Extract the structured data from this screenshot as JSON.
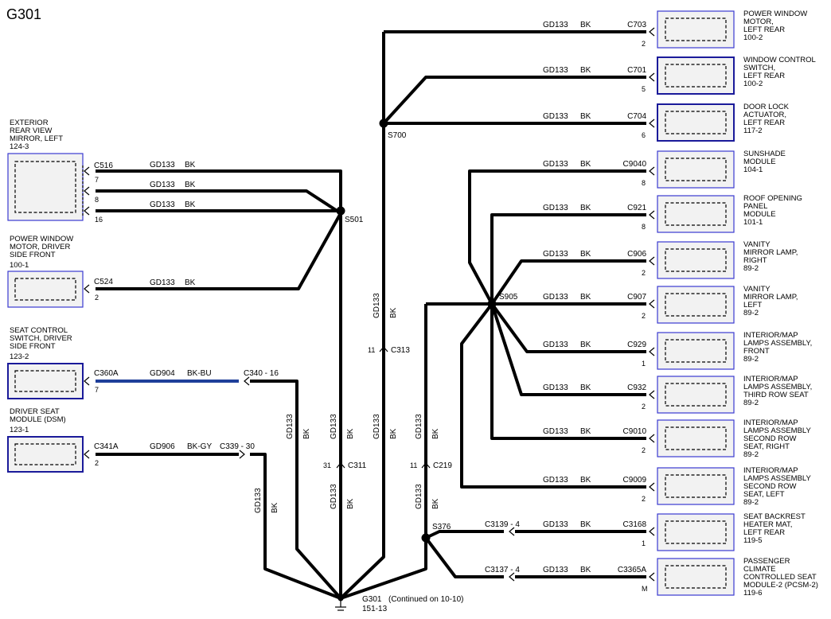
{
  "title": "G301",
  "wire": {
    "circuit": "GD133",
    "color": "BK"
  },
  "left_components": [
    {
      "id": "mirror",
      "lines": [
        "EXTERIOR",
        "REAR VIEW",
        "MIRROR, LEFT",
        "124-3"
      ],
      "connector": "C516",
      "pins": [
        "7",
        "8",
        "16"
      ]
    },
    {
      "id": "pwm-driver",
      "lines": [
        "POWER WINDOW",
        "MOTOR, DRIVER",
        "SIDE FRONT",
        "100-1"
      ],
      "connector": "C524",
      "pins": [
        "2"
      ]
    },
    {
      "id": "seat-switch",
      "lines": [
        "SEAT CONTROL",
        "SWITCH, DRIVER",
        "SIDE FRONT",
        "123-2"
      ],
      "connector": "C360A",
      "pins": [
        "7"
      ],
      "circuit": "GD904",
      "color": "BK-BU",
      "inline": "C340 - 16"
    },
    {
      "id": "dsm",
      "lines": [
        "DRIVER SEAT",
        "MODULE (DSM)",
        "123-1"
      ],
      "connector": "C341A",
      "pins": [
        "2"
      ],
      "circuit": "GD906",
      "color": "BK-GY",
      "inline": "C339 - 30"
    }
  ],
  "right_components": [
    {
      "id": "pwm-lr",
      "lines": [
        "POWER WINDOW",
        "MOTOR,",
        "LEFT REAR",
        "100-2"
      ],
      "connector": "C703",
      "pin": "2"
    },
    {
      "id": "wcs-lr",
      "lines": [
        "WINDOW CONTROL",
        "SWITCH,",
        "LEFT REAR",
        "100-2"
      ],
      "connector": "C701",
      "pin": "5"
    },
    {
      "id": "dla-lr",
      "lines": [
        "DOOR LOCK",
        "ACTUATOR,",
        "LEFT REAR",
        "117-2"
      ],
      "connector": "C704",
      "pin": "6"
    },
    {
      "id": "sunshade",
      "lines": [
        "SUNSHADE",
        "MODULE",
        "104-1"
      ],
      "connector": "C9040",
      "pin": "8"
    },
    {
      "id": "roof",
      "lines": [
        "ROOF OPENING",
        "PANEL",
        "MODULE",
        "101-1"
      ],
      "connector": "C921",
      "pin": "8"
    },
    {
      "id": "vanity-r",
      "lines": [
        "VANITY",
        "MIRROR LAMP,",
        "RIGHT",
        "89-2"
      ],
      "connector": "C906",
      "pin": "2"
    },
    {
      "id": "vanity-l",
      "lines": [
        "VANITY",
        "MIRROR LAMP,",
        "LEFT",
        "89-2"
      ],
      "connector": "C907",
      "pin": "2"
    },
    {
      "id": "map-front",
      "lines": [
        "INTERIOR/MAP",
        "LAMPS ASSEMBLY,",
        "FRONT",
        "89-2"
      ],
      "connector": "C929",
      "pin": "1"
    },
    {
      "id": "map-third",
      "lines": [
        "INTERIOR/MAP",
        "LAMPS ASSEMBLY,",
        "THIRD ROW SEAT",
        "89-2"
      ],
      "connector": "C932",
      "pin": "2"
    },
    {
      "id": "map-2r",
      "lines": [
        "INTERIOR/MAP",
        "LAMPS ASSEMBLY",
        "SECOND ROW",
        "SEAT, RIGHT",
        "89-2"
      ],
      "connector": "C9010",
      "pin": "2"
    },
    {
      "id": "map-2l",
      "lines": [
        "INTERIOR/MAP",
        "LAMPS ASSEMBLY",
        "SECOND ROW",
        "SEAT, LEFT",
        "89-2"
      ],
      "connector": "C9009",
      "pin": "2"
    },
    {
      "id": "heater",
      "lines": [
        "SEAT BACKREST",
        "HEATER MAT,",
        "LEFT REAR",
        "119-5"
      ],
      "connector": "C3168",
      "pin": "1",
      "inline": "C3139 - 4"
    },
    {
      "id": "pcsm",
      "lines": [
        "PASSENGER",
        "CLIMATE",
        "CONTROLLED SEAT",
        "MODULE-2 (PCSM-2)",
        "119-6"
      ],
      "connector": "C3365A",
      "pin": "M",
      "inline": "C3137 - 4"
    }
  ],
  "splices": {
    "s501": "S501",
    "s700": "S700",
    "s905": "S905",
    "s376": "S376"
  },
  "inline_connectors": {
    "c313": {
      "name": "C313",
      "pin": "11"
    },
    "c311": {
      "name": "C311",
      "pin": "31"
    },
    "c219": {
      "name": "C219",
      "pin": "11"
    }
  },
  "ground": {
    "name": "G301",
    "note": "(Continued on 10-10)",
    "ref": "151-13"
  }
}
